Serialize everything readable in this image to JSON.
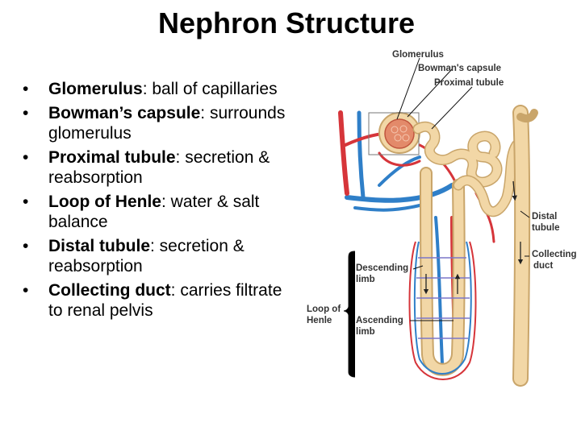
{
  "slide": {
    "title": "Nephron Structure",
    "bullets": [
      {
        "term": "Glomerulus",
        "desc": ": ball of capillaries"
      },
      {
        "term": "Bowman’s capsule",
        "desc": ": surrounds glomerulus"
      },
      {
        "term": "Proximal tubule",
        "desc": ": secretion & reabsorption"
      },
      {
        "term": "Loop of Henle",
        "desc": ": water & salt balance"
      },
      {
        "term": "Distal tubule",
        "desc": ": secretion & reabsorption"
      },
      {
        "term": "Collecting duct",
        "desc": ": carries filtrate to renal pelvis"
      }
    ]
  },
  "diagram": {
    "labels": {
      "glomerulus": "Glomerulus",
      "bowmans_capsule": "Bowman's capsule",
      "proximal_tubule": "Proximal tubule",
      "distal_tubule_1": "Distal",
      "distal_tubule_2": "tubule",
      "collecting_duct_1": "Collecting",
      "collecting_duct_2": "duct",
      "descending_limb_1": "Descending",
      "descending_limb_2": "limb",
      "loop_of_henle_1": "Loop of",
      "loop_of_henle_2": "Henle",
      "ascending_limb_1": "Ascending",
      "ascending_limb_2": "limb"
    },
    "colors": {
      "artery": "#d6353a",
      "vein": "#2f7fc8",
      "tubule": "#f2d7a6",
      "tubule_edge": "#c9a56a",
      "glomerulus": "#e38a6a"
    }
  }
}
